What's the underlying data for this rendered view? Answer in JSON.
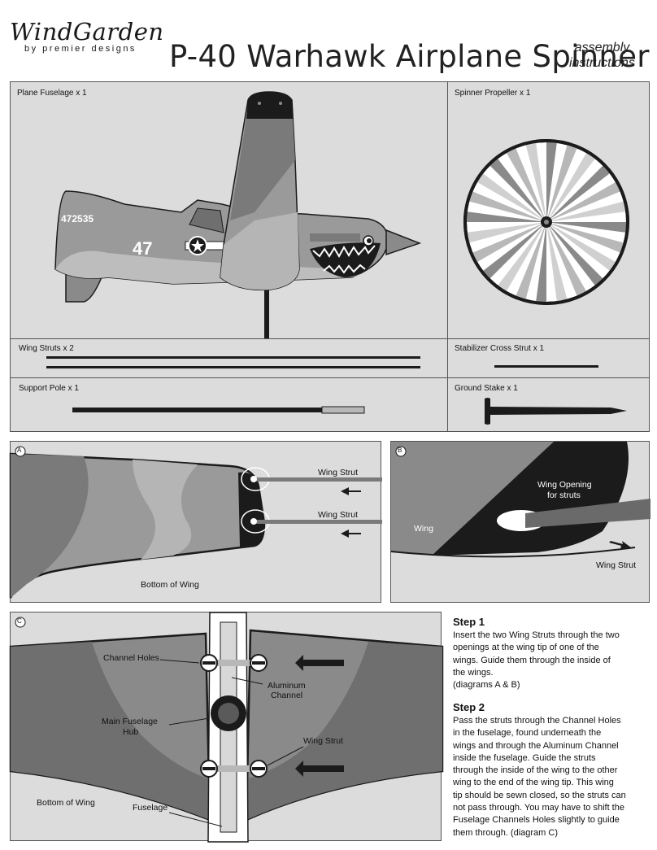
{
  "brand": {
    "name": "WindGarden",
    "tagline": "by premier designs"
  },
  "title": "P-40 Warhawk Airplane Spinner",
  "subtitle": {
    "line1": "assembly",
    "line2": "instructions"
  },
  "parts": {
    "fuselage": "Plane Fuselage x 1",
    "propeller": "Spinner Propeller x 1",
    "wing_struts": "Wing Struts x 2",
    "cross_strut": "Stabilizer Cross Strut x 1",
    "support_pole": "Support Pole x 1",
    "ground_stake": "Ground Stake x 1"
  },
  "plane": {
    "serial": "472535",
    "number": "47"
  },
  "diagram_a": {
    "marker": "A",
    "strut_label_1": "Wing Strut",
    "strut_label_2": "Wing Strut",
    "bottom_label": "Bottom of Wing"
  },
  "diagram_b": {
    "marker": "B",
    "opening_line1": "Wing Opening",
    "opening_line2": "for struts",
    "wing_label": "Wing",
    "strut_label": "Wing Strut"
  },
  "diagram_c": {
    "marker": "C",
    "channel_holes": "Channel Holes",
    "aluminum_line1": "Aluminum",
    "aluminum_line2": "Channel",
    "hub_line1": "Main Fuselage",
    "hub_line2": "Hub",
    "strut_label": "Wing Strut",
    "bottom_label": "Bottom of Wing",
    "fuselage_label": "Fuselage"
  },
  "steps": [
    {
      "title": "Step 1",
      "lines": [
        "Insert the two Wing Struts through the two",
        "openings at the wing tip of one of the",
        "wings.  Guide them through the inside of",
        "the wings.",
        "(diagrams A & B)"
      ]
    },
    {
      "title": "Step 2",
      "lines": [
        "Pass the struts through the Channel Holes",
        "in the fuselage, found underneath the",
        "wings and through the Aluminum Channel",
        "inside the fuselage.  Guide the struts",
        "through the inside of the wing to the other",
        "wing to the end of the wing tip.  This wing",
        "tip should be sewn closed, so the struts can",
        "not pass through.  You may have to shift the",
        "Fuselage Channels Holes slightly to guide",
        "them through.  (diagram C)"
      ]
    }
  ],
  "colors": {
    "panel_bg": "#dcdcdc",
    "dark": "#1b1b1b",
    "mid_gray": "#8a8a8a",
    "light_gray": "#b8b8b8"
  }
}
